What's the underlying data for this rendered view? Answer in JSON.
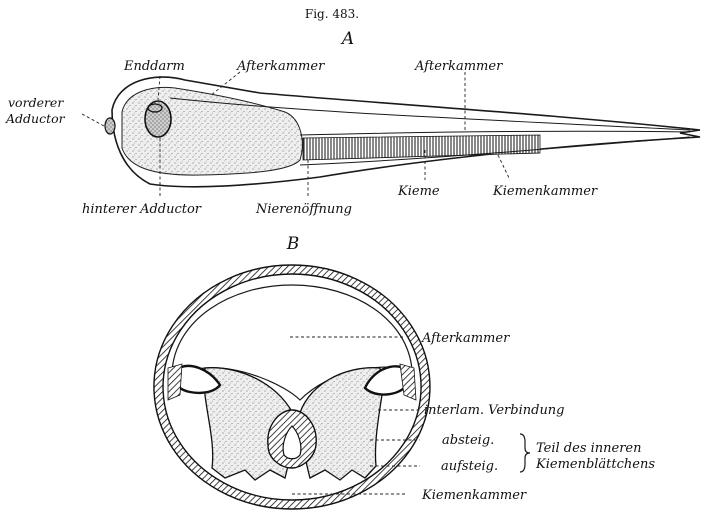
{
  "figure": {
    "number": "Fig. 483.",
    "panel_a": {
      "letter": "A",
      "labels": {
        "vorderer_adductor_1": "vorderer",
        "vorderer_adductor_2": "Adductor",
        "enddarm": "Enddarm",
        "afterkammer_1": "Afterkammer",
        "afterkammer_2": "Afterkammer",
        "hinterer_adductor": "hinterer Adductor",
        "nierenoeffnung": "Nierenöffnung",
        "kieme": "Kieme",
        "kiemenkammer": "Kiemenkammer"
      }
    },
    "panel_b": {
      "letter": "B",
      "labels": {
        "afterkammer": "Afterkammer",
        "interlam_verbindung": "interlam. Verbindung",
        "absteig": "absteig.",
        "aufsteig": "aufsteig.",
        "teil_1": "Teil des inneren",
        "teil_2": "Kiemenblättchens",
        "kiemenkammer": "Kiemenkammer"
      }
    }
  }
}
